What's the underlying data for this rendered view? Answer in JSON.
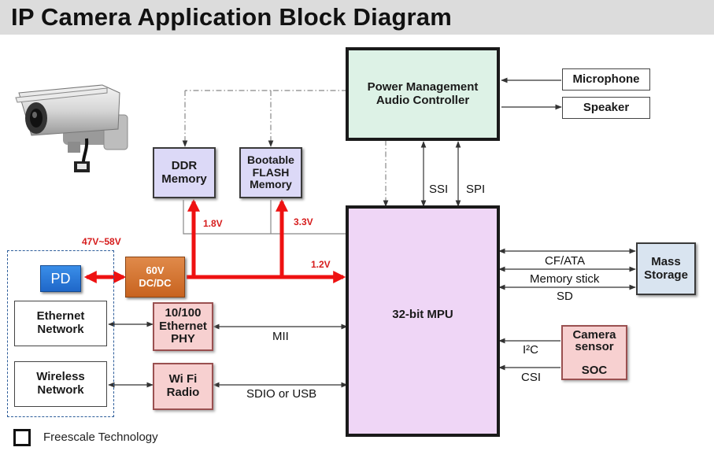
{
  "title": "IP Camera Application Block Diagram",
  "blocks": {
    "power_mgmt": "Power Management\nAudio Controller",
    "microphone": "Microphone",
    "speaker": "Speaker",
    "ddr": "DDR\nMemory",
    "flash": "Bootable\nFLASH\nMemory",
    "mpu": "32-bit MPU",
    "mass_storage": "Mass\nStorage",
    "camera_sensor": "Camera\nsensor\n\nSOC",
    "pd": "PD",
    "dcdc_line1": "60V",
    "dcdc_line2": "DC/DC",
    "ethernet_network": "Ethernet\nNetwork",
    "ethernet_phy": "10/100\nEthernet\nPHY",
    "wireless_network": "Wireless\nNetwork",
    "wifi_radio": "Wi Fi\nRadio"
  },
  "voltages": {
    "input": "47V~58V",
    "ddr": "1.8V",
    "flash": "3.3V",
    "mpu": "1.2V"
  },
  "links": {
    "ssi": "SSI",
    "spi": "SPI",
    "cf_ata": "CF/ATA",
    "memory_stick": "Memory stick",
    "sd": "SD",
    "i2c": "I²C",
    "csi": "CSI",
    "mii": "MII",
    "sdio_usb": "SDIO or USB"
  },
  "legend": {
    "label": "Freescale Technology"
  },
  "colors": {
    "power_block": "#ddf2e6",
    "mpu_block": "#efd6f6",
    "memory_block": "#dcd9f7",
    "peripheral_block": "#f7d0d0",
    "power_rail": "#ee1111",
    "region_border": "#2d5d9a"
  },
  "icons": [
    "ip-camera-image"
  ]
}
